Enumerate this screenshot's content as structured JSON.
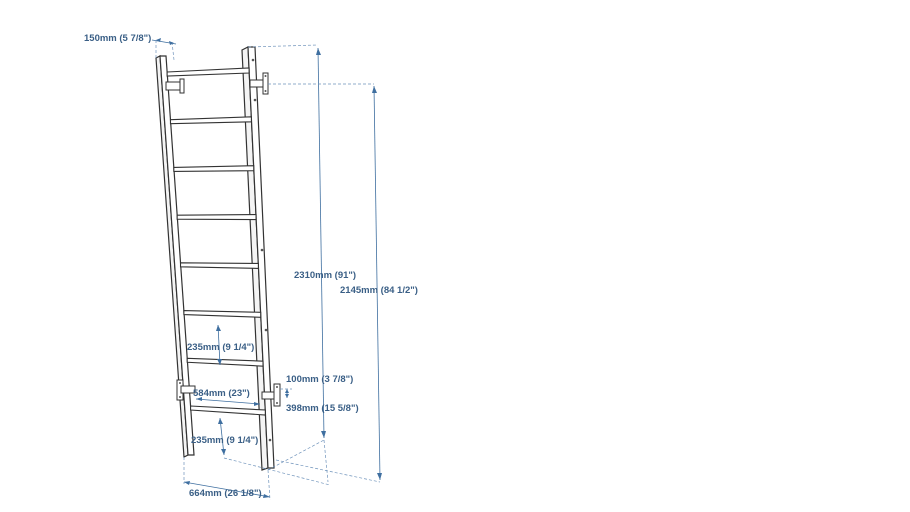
{
  "dimensions": {
    "top_offset": "150mm (5 7/8\")",
    "overall_height": "2310mm (91\")",
    "mount_height": "2145mm (84 1/2\")",
    "rung_spacing_upper": "235mm (9 1/4\")",
    "bracket_depth": "100mm (3 7/8\")",
    "inner_width": "584mm (23\")",
    "bracket_height": "398mm (15 5/8\")",
    "rung_spacing_lower": "235mm (9 1/4\")",
    "overall_width": "664mm (26 1/8\")"
  },
  "colors": {
    "dimension": "#3f6fa0",
    "outline": "#333333",
    "background": "#ffffff"
  },
  "rung_count": 8
}
